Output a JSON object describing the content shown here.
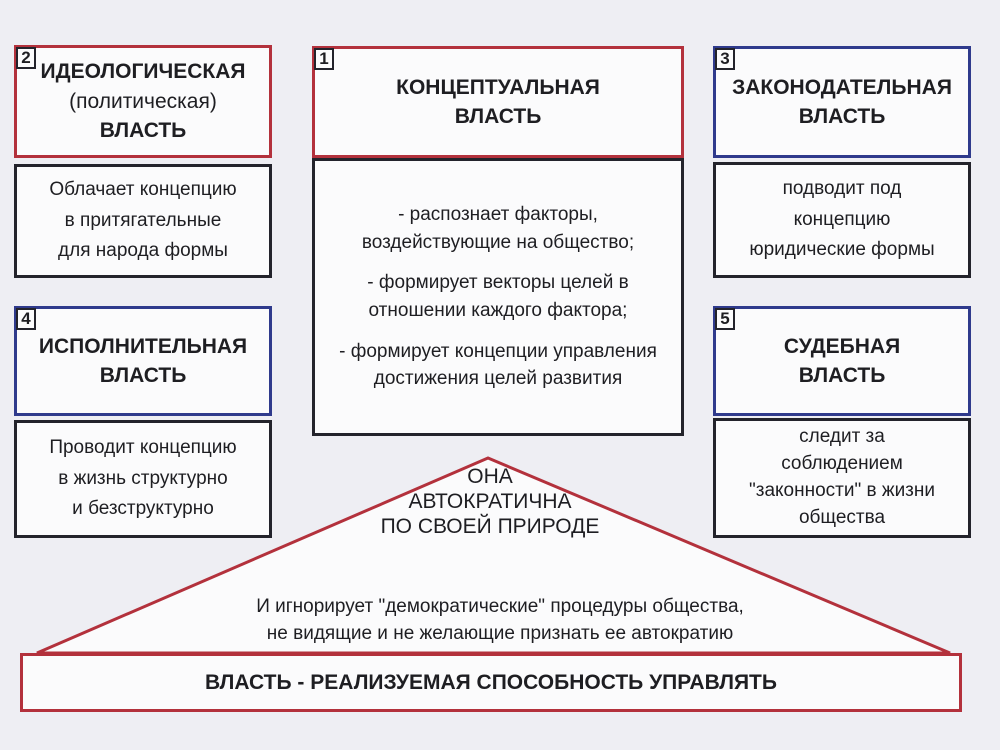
{
  "diagram": {
    "boxes": [
      {
        "number": "2",
        "title": "ИДЕОЛОГИЧЕСКАЯ",
        "subtitle": "(политическая)",
        "title2": "ВЛАСТЬ",
        "description": [
          "Облачает концепцию",
          "в притягательные",
          "для народа формы"
        ]
      },
      {
        "number": "1",
        "title": "КОНЦЕПТУАЛЬНАЯ",
        "title2": "ВЛАСТЬ",
        "functions": [
          "- распознает факторы, воздействующие на общество;",
          "- формирует векторы целей в отношении каждого фактора;",
          "- формирует концепции управления достижения целей развития"
        ]
      },
      {
        "number": "3",
        "title": "ЗАКОНОДАТЕЛЬНАЯ",
        "title2": "ВЛАСТЬ",
        "description": [
          "подводит под",
          "концепцию",
          "юридические формы"
        ]
      },
      {
        "number": "4",
        "title": "ИСПОЛНИТЕЛЬНАЯ",
        "title2": "ВЛАСТЬ",
        "description": [
          "Проводит концепцию",
          "в жизнь структурно",
          "и безструктурно"
        ]
      },
      {
        "number": "5",
        "title": "СУДЕБНАЯ",
        "title2": "ВЛАСТЬ",
        "description": [
          "следит за",
          "соблюдением",
          "\"законности\" в жизни",
          "общества"
        ]
      }
    ],
    "triangle": {
      "autocracy": [
        "ОНА",
        "АВТОКРАТИЧНА",
        "ПО СВОЕЙ ПРИРОДЕ"
      ],
      "ignores": [
        "И игнорирует \"демократические\" процедуры общества,",
        "не видящие и не желающие признать ее автократию"
      ]
    },
    "base": "ВЛАСТЬ - РЕАЛИЗУЕМАЯ СПОСОБНОСТЬ УПРАВЛЯТЬ"
  }
}
